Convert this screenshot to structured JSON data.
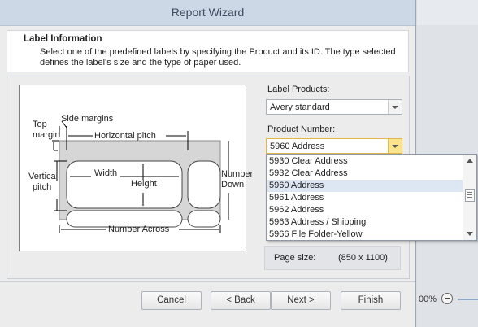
{
  "window": {
    "title": "Report Wizard"
  },
  "header": {
    "title": "Label Information",
    "description": "Select one of the predefined labels by specifying the Product and its ID. The type selected defines the label's size and the type of paper used."
  },
  "diagram": {
    "side_margins": "Side margins",
    "top_margin_1": "Top",
    "top_margin_2": "margin",
    "horizontal_pitch": "Horizontal pitch",
    "vertical_pitch_1": "Vertical",
    "vertical_pitch_2": "pitch",
    "width": "Width",
    "height": "Height",
    "number_down_1": "Number",
    "number_down_2": "Down",
    "number_across": "Number Across"
  },
  "label_products": {
    "label": "Label Products:",
    "value": "Avery standard"
  },
  "product_number": {
    "label": "Product Number:",
    "value": "5960 Address",
    "options": [
      "5930 Clear Address",
      "5932 Clear Address",
      "5960 Address",
      "5961 Address",
      "5962 Address",
      "5963 Address / Shipping",
      "5966 File Folder-Yellow"
    ],
    "selected_index": 2
  },
  "page_size": {
    "label": "Page size:",
    "value": "(850 x 1100)"
  },
  "buttons": {
    "cancel": "Cancel",
    "back": "< Back",
    "next": "Next >",
    "finish": "Finish"
  },
  "zoom": {
    "percent": "00%"
  }
}
